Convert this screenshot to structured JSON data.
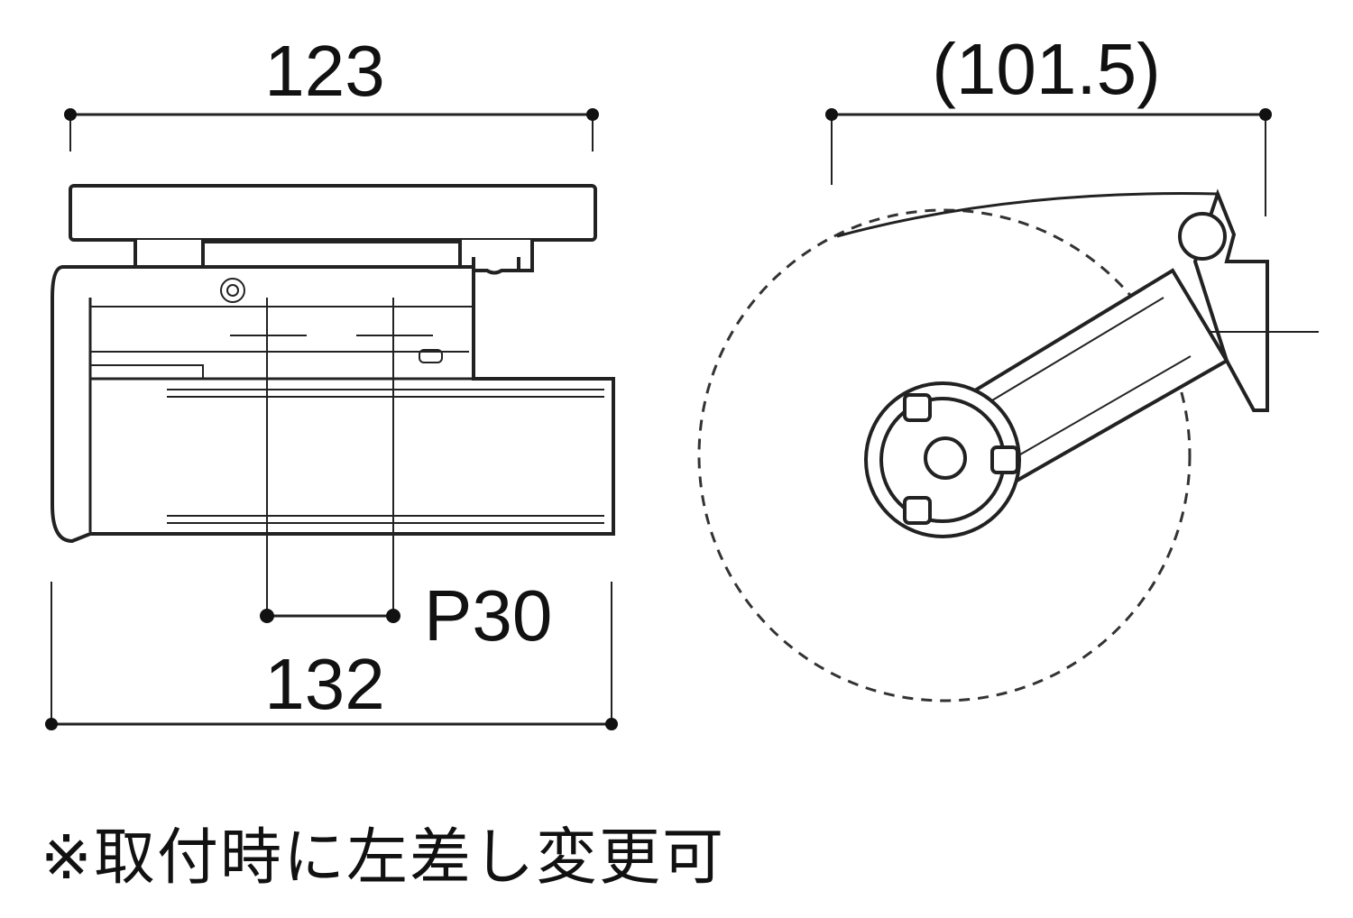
{
  "front_view": {
    "top_dimension": "123",
    "bottom_dimension": "132",
    "pitch_label": "P30"
  },
  "side_view": {
    "top_dimension": "(101.5)"
  },
  "note": "※取付時に左差し変更可"
}
